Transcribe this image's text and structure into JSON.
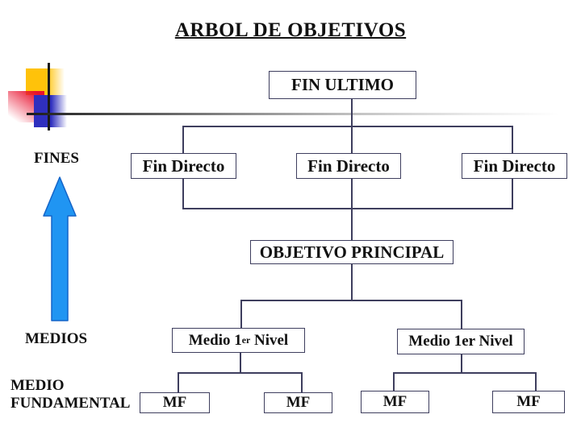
{
  "title": "ARBOL DE OBJETIVOS",
  "side_labels": {
    "fines": "FINES",
    "medios": "MEDIOS",
    "medio_fundamental_line1": "MEDIO",
    "medio_fundamental_line2": "FUNDAMENTAL"
  },
  "tree": {
    "fin_ultimo": "FIN ULTIMO",
    "fin_directo": [
      "Fin Directo",
      "Fin Directo",
      "Fin Directo"
    ],
    "objetivo_principal": "OBJETIVO PRINCIPAL",
    "medio_nivel1_left": {
      "prefix": "Medio 1",
      "sup": "er",
      "suffix": " Nivel"
    },
    "medio_nivel1_right": "Medio 1er Nivel",
    "mf": [
      "MF",
      "MF",
      "MF",
      "MF"
    ]
  },
  "colors": {
    "text": "#111111",
    "line": "#3e3e5e",
    "arrow_fill": "#2095f2",
    "arrow_stroke": "#1464c8",
    "logo_yellow": "#ffc20a",
    "logo_red": "#e8102e",
    "logo_blue": "#2f2fbe"
  }
}
